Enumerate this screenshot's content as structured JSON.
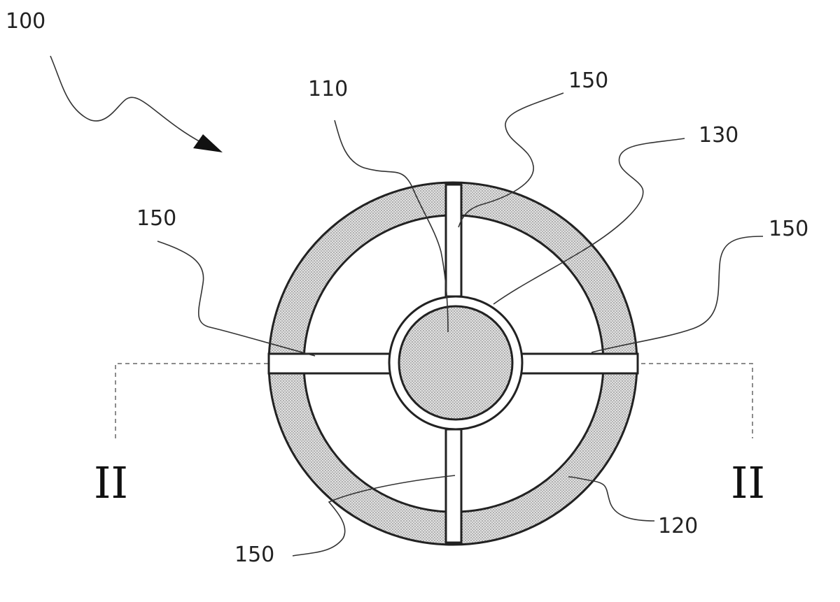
{
  "figure": {
    "labels": {
      "device": "100",
      "center": "110",
      "outer_ring": "120",
      "inner_ring": "130",
      "spoke_top": "150",
      "spoke_left": "150",
      "spoke_right": "150",
      "spoke_bottom": "150",
      "section_left": "II",
      "section_right": "II"
    },
    "colors": {
      "line": "#222222",
      "fill_hatched": "#cfcfcf",
      "background": "#ffffff"
    }
  }
}
